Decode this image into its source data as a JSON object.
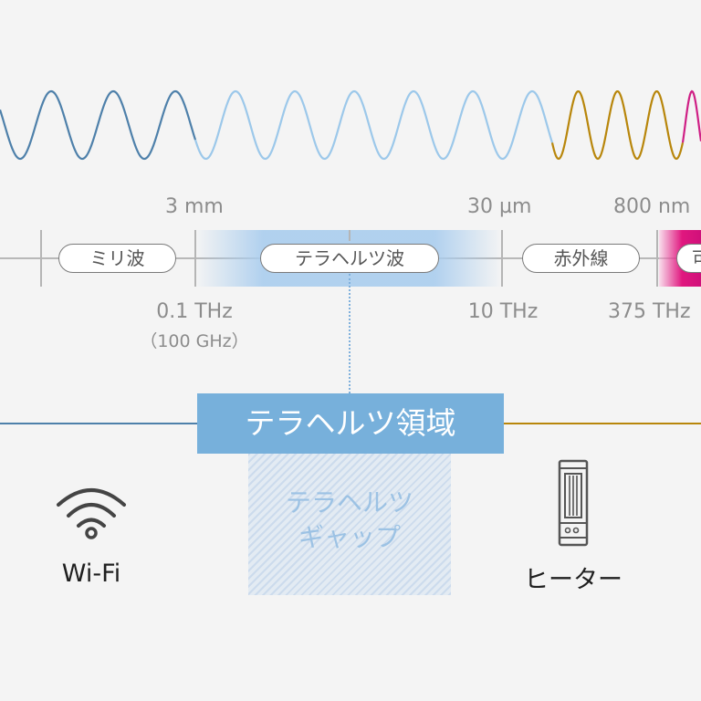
{
  "colors": {
    "radio_wave": "#4e80aa",
    "terahertz_wave": "#9cc8ea",
    "infrared_wave": "#b8860b",
    "visible_wave": "#cf1f85",
    "region_box": "#77b0db",
    "gap_text": "#9cc2e4"
  },
  "wavelength_labels": [
    "3 mm",
    "30 µm",
    "800 nm"
  ],
  "frequency_labels": [
    "0.1 THz",
    "10 THz",
    "375 THz"
  ],
  "frequency_sub_label": "（100 GHz）",
  "bands": [
    "ミリ波",
    "テラヘルツ波",
    "赤外線",
    "可"
  ],
  "region_title": "テラヘルツ領域",
  "gap_lines": [
    "テラヘルツ",
    "ギャップ"
  ],
  "left_device": {
    "icon": "wifi-icon",
    "label": "Wi-Fi"
  },
  "right_device": {
    "icon": "heater-icon",
    "label": "ヒーター"
  }
}
